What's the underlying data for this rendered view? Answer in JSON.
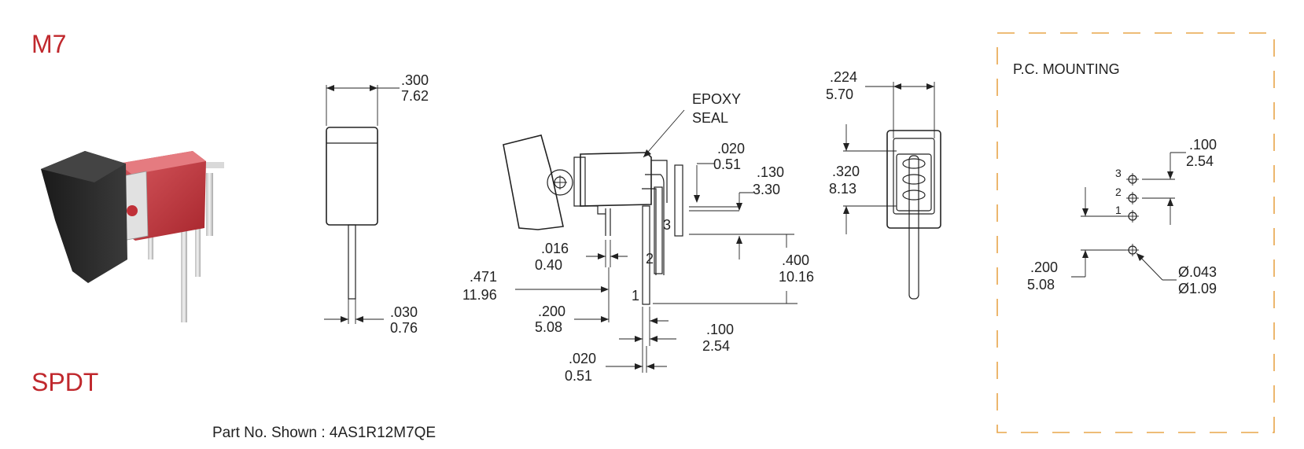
{
  "series": "M7",
  "configuration": "SPDT",
  "part_no": {
    "label": "Part No. Shown :",
    "value": "4AS1R12M7QE"
  },
  "colors": {
    "accent_red": "#c0282d",
    "border_orange": "#e8a54a",
    "line": "#222222"
  },
  "front_view": {
    "width_in": ".300",
    "width_mm": "7.62",
    "pin_in": ".030",
    "pin_mm": "0.76"
  },
  "side_view": {
    "epoxy": [
      "EPOXY",
      "SEAL"
    ],
    "d1_in": ".020",
    "d1_mm": "0.51",
    "d2_in": ".130",
    "d2_mm": "3.30",
    "d3_in": ".400",
    "d3_mm": "10.16",
    "d4_in": ".016",
    "d4_mm": "0.40",
    "d5_in": ".471",
    "d5_mm": "11.96",
    "d6_in": ".200",
    "d6_mm": "5.08",
    "d7_in": ".100",
    "d7_mm": "2.54",
    "d8_in": ".020",
    "d8_mm": "0.51",
    "pins": [
      "1",
      "2",
      "3"
    ]
  },
  "end_view": {
    "w_in": ".224",
    "w_mm": "5.70",
    "h_in": ".320",
    "h_mm": "8.13"
  },
  "pc_mounting": {
    "title": "P.C. MOUNTING",
    "pitch_in": ".100",
    "pitch_mm": "2.54",
    "offset_in": ".200",
    "offset_mm": "5.08",
    "hole_in": "Ø.043",
    "hole_mm": "Ø1.09",
    "pins": [
      "3",
      "2",
      "1"
    ]
  }
}
